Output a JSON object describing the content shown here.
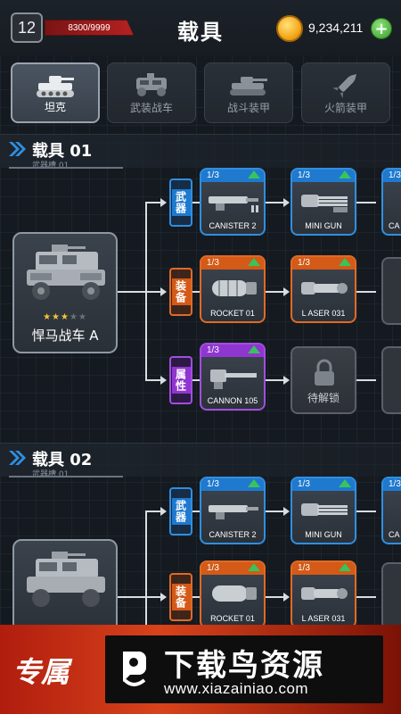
{
  "header": {
    "level": "12",
    "xp": "8300/9999",
    "title": "载具",
    "coins": "9,234,211",
    "plus_label": "+"
  },
  "tabs": [
    {
      "label": "坦克",
      "icon": "tank-icon",
      "active": true
    },
    {
      "label": "武装战车",
      "icon": "armored-car-icon",
      "active": false
    },
    {
      "label": "战斗装甲",
      "icon": "combat-armor-icon",
      "active": false
    },
    {
      "label": "火箭装甲",
      "icon": "rocket-icon",
      "active": false
    }
  ],
  "sections": [
    {
      "title": "载具 01",
      "subtitle": "武器槽 01",
      "vehicle": {
        "name": "悍马战车 A",
        "stars_on": 3,
        "stars_total": 5
      },
      "branches": [
        {
          "label": "武器",
          "color": "blue",
          "items": [
            {
              "count": "1/3",
              "name": "CANISTER 2",
              "type": "weapon",
              "color": "blue"
            },
            {
              "count": "1/3",
              "name": "MINI GUN",
              "type": "weapon",
              "color": "blue"
            },
            {
              "count": "1/3",
              "name": "CA",
              "type": "partial",
              "color": "blue"
            }
          ]
        },
        {
          "label": "装备",
          "color": "orange",
          "items": [
            {
              "count": "1/3",
              "name": "ROCKET 01",
              "type": "weapon",
              "color": "orange"
            },
            {
              "count": "1/3",
              "name": "L ASER 031",
              "type": "weapon",
              "color": "orange"
            },
            {
              "count": "",
              "name": "",
              "type": "partial-grey",
              "color": "grey"
            }
          ]
        },
        {
          "label": "属性",
          "color": "purple",
          "items": [
            {
              "count": "1/3",
              "name": "CANNON 105",
              "type": "weapon",
              "color": "purple"
            },
            {
              "count": "",
              "name": "待解锁",
              "type": "locked",
              "color": "grey"
            },
            {
              "count": "",
              "name": "",
              "type": "partial-grey",
              "color": "grey"
            }
          ]
        }
      ]
    },
    {
      "title": "载具 02",
      "subtitle": "武器槽 01",
      "vehicle": {
        "name": "",
        "stars_on": 0,
        "stars_total": 0
      },
      "branches": [
        {
          "label": "武器",
          "color": "blue",
          "items": [
            {
              "count": "1/3",
              "name": "CANISTER 2",
              "type": "weapon",
              "color": "blue"
            },
            {
              "count": "1/3",
              "name": "MINI GUN",
              "type": "weapon",
              "color": "blue"
            },
            {
              "count": "1/3",
              "name": "CA",
              "type": "partial",
              "color": "blue"
            }
          ]
        },
        {
          "label": "装备",
          "color": "orange",
          "items": [
            {
              "count": "1/3",
              "name": "ROCKET 01",
              "type": "weapon",
              "color": "orange"
            },
            {
              "count": "1/3",
              "name": "L ASER 031",
              "type": "weapon",
              "color": "orange"
            },
            {
              "count": "",
              "name": "",
              "type": "partial-grey",
              "color": "grey"
            }
          ]
        }
      ]
    }
  ],
  "watermark": {
    "left_text": "专属",
    "title": "下载鸟资源",
    "url": "www.xiazainiao.com"
  },
  "colors": {
    "blue": "#1f79cf",
    "orange": "#d35a17",
    "purple": "#9036d0",
    "xp_red": "#b52121",
    "upgrade_green": "#38c45a"
  }
}
